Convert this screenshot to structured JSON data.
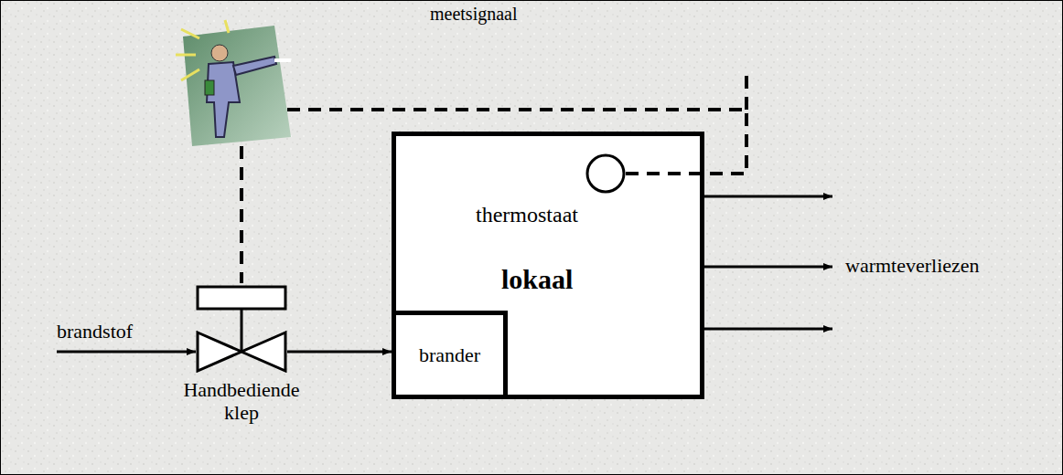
{
  "diagram": {
    "nodes": [
      {
        "text": [
          "lokaal"
        ]
      },
      {
        "text": [
          "brander"
        ],
        "in": 0
      },
      {
        "text": [
          "Handbediende klep"
        ]
      }
    ],
    "edges": [
      {
        "from": 2,
        "to": 1,
        "arrow": "to"
      }
    ],
    "labels": [
      "meetsignaal",
      "thermostaat",
      "brandstof",
      "warmteverliezen"
    ]
  }
}
